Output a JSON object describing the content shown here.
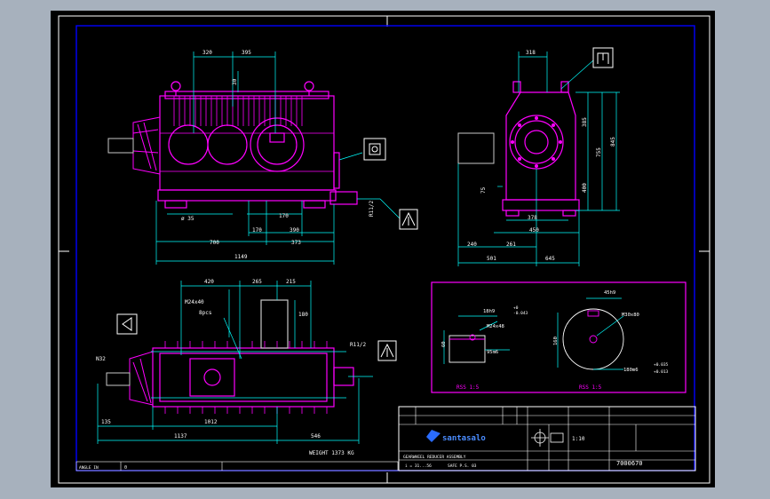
{
  "colors": {
    "background": "#000000",
    "frame": "#ffffff",
    "border": "#0000ff",
    "part": "#ff00ff",
    "dimension": "#00ffff",
    "panel": "#ff00ff"
  },
  "front_view": {
    "dims_top": [
      "320",
      "395"
    ],
    "dim_side": "30",
    "dims_bottom": [
      "ø 35",
      "170",
      "170",
      "390",
      "700",
      "373",
      "1149"
    ],
    "oil_label": "R11/2"
  },
  "side_view": {
    "dim_top": "318",
    "dims_right": [
      "385",
      "755",
      "845",
      "400"
    ],
    "dim_left": "75",
    "dims_bottom": [
      "378",
      "450",
      "240",
      "261",
      "501",
      "645"
    ]
  },
  "plan_view": {
    "dims_top": [
      "420",
      "265",
      "215"
    ],
    "dim_shaft": "180",
    "callout": "M24x40",
    "callout2": "8pcs",
    "left_label": "N32",
    "right_label": "R11/2",
    "dims_bottom": [
      "135",
      "1012",
      "1137",
      "546"
    ],
    "weight": "WEIGHT 1373 KG"
  },
  "detail_panel": {
    "dims": [
      "18h9",
      "60",
      "M24x48",
      "95m6",
      "45h9",
      "M30x80",
      "160",
      "180m6"
    ],
    "tolerances": [
      "+0",
      "-0.043",
      "+0.035",
      "+0.013"
    ],
    "label_left": "RSS 1:5",
    "label_right": "RSS 1:5"
  },
  "title_block": {
    "logo": "santasalo",
    "scale": "1:10",
    "drawing_no": "7000670",
    "row1": "GEARWHEEL REDUCER ASSEMBLY",
    "row2": "i = 31...56",
    "row3": "SAFE P.S. 03"
  },
  "bottom_strip": {
    "left": "ANGLE IN",
    "mark": "0"
  }
}
